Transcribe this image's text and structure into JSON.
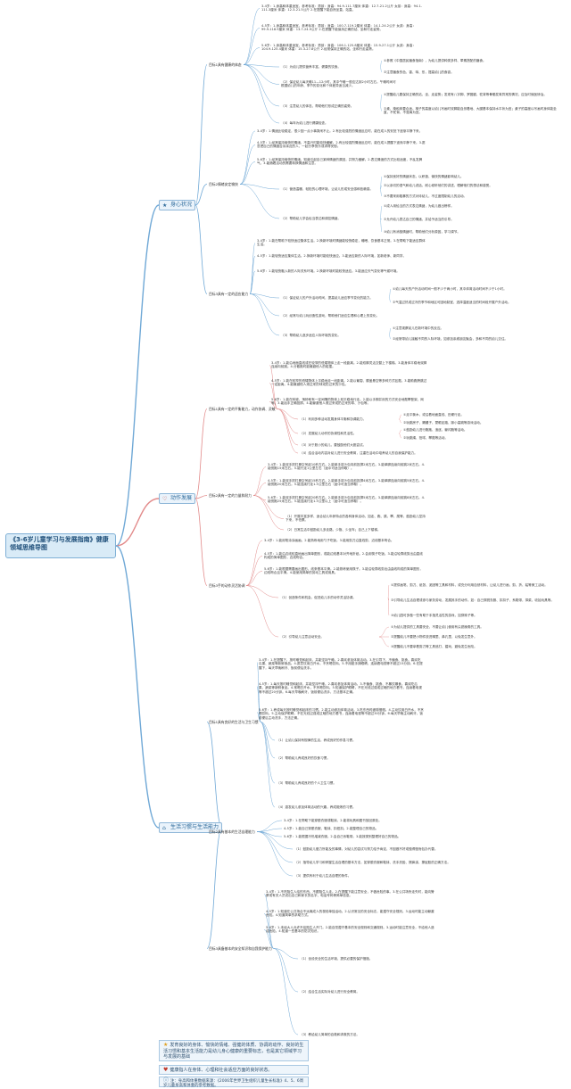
{
  "root": {
    "title": "《3-6岁儿童学习与发展指南》健康领域思维导图"
  },
  "branches": [
    {
      "key": "b1",
      "label": "身心状况",
      "icon": "star-icon",
      "color": "#2d6a9a"
    },
    {
      "key": "b2",
      "label": "动作发展",
      "icon": "heart-icon",
      "color": "#c0392b"
    },
    {
      "key": "b3",
      "label": "生活习惯与生活能力",
      "icon": "house-icon",
      "color": "#2d6a9a"
    }
  ],
  "goals": {
    "g1": "目标1具有健康的体态",
    "g2": "目标2情绪安定愉快",
    "g3": "目标3具有一定的适应能力",
    "g4": "目标1具有一定的平衡能力，动作协调、灵敏",
    "g5": "目标2具有一定的力量和耐力",
    "g6": "目标3手的动作灵活协调",
    "g7": "目标1具有良好的生活与卫生习惯",
    "g8": "目标2具有基本的生活自理能力",
    "g9": "目标3具备基本的安全知识和自我保护能力"
  },
  "details": {
    "d1": "3-4岁：1.身高和体重适宜。参考标准：男孩：身高：94.9-111.7厘米 体重：12.7-21.2公斤 女孩：身高：94.1-111.3厘米 体重：12.3-21.5公斤 2.在提醒下能自然坐直、站直。",
    "d2": "4-5岁：1.身高和体重适宜。参考标准：男孩：身高：100.7-119.2厘米 体重：14.1-24.2公斤 女孩：身高：99.9-118.9厘米 体重：13.7-24.9公斤 2.在提醒下能保持正确的站、坐和行走姿势。",
    "d3": "5-6岁：1.身高和体重适宜。参考标准：男孩：身高：106.1-125.8厘米 体重：15.9-27.1公斤 女孩：身高：104.9-125.4厘米 体重：15.3-27.8公斤 2.经常保持正确的站、坐和行走姿势。",
    "d4": "（1）为幼儿提供营养丰富、健康的饮食。",
    "d5": "①参照《中国居民膳食指南》，为幼儿提供种类多样、荤素搭配的膳食。",
    "d6": "②注意膳食的色、香、味、形，提高幼儿的食欲。",
    "d7": "（2）保证幼儿每天睡11—12小时，其中午睡一般应达到2小时左右。午睡时间可根据幼儿的年龄、季节的变化和个体差异适当减少。",
    "d8": "（3）注意幼儿的体态，帮助他们形成正确的姿势。",
    "d9": "①提醒幼儿要保持正确的站、坐、走姿势；发现有八字脚、罗圈腿、驼背等骨骼发育异常的情况，应及时就医矫治。",
    "d10": "②桌、椅和床要合适。椅子的高度以幼儿写画时双脚能自然着地、大腿基本保持水平状为宜；桌子的高度以写画时身体能坐直，不驼背、不耸肩为宜。",
    "d11": "（4）每年为幼儿进行健康检查。",
    "d12": "3-4岁：1.情绪比较稳定，很少因一点小事哭闹不止。2.有比较强烈的情绪反应时，能在成人的安抚下逐渐平静下来。",
    "d13": "4-5岁：1.经常保持愉快的情绪，不高兴时能较快缓解。2.有比较强烈情绪反应时，能在成人提醒下逐渐平静下来。3.愿意把自己的情绪告诉亲近的人，一起分享快乐或求得安慰。",
    "d14": "5-6岁：1.经常保持愉快的情绪，知道引起自己某种情绪的原因，并努力缓解。2.表达情绪的方式比较适度，不乱发脾气。3.能随着活动的需要转换情绪和注意。",
    "d15": "（1）营造温暖、轻松的心理环境，让幼儿形成安全感和信赖感。",
    "d16": "①保持良好的情绪状态，以积极、愉快的情绪影响幼儿。",
    "d17": "②以亲切的语气和幼儿说话，耐心倾听他们的讲述，理解他们的想法和感受。",
    "d18": "③不要采用粗暴的方式对待幼儿，不过度限制幼儿的活动。",
    "d19": "（2）帮助幼儿学会恰当表达和调控情绪。",
    "d20": "①成人用恰当的方式表达情绪，为幼儿做出榜样。",
    "d21": "②允许幼儿表达自己的情绪，并给予适当的引导。",
    "d22": "③幼儿有消极情绪时，帮助他们分析原因，学习调节。",
    "d23": "3-4岁：1.能在帮助下较快适应集体生活。2.换新环境时情绪能较快稳定，睡眠、饮食基本正常。3.在帮助下能适应群体生活。",
    "d24": "4-5岁：1.能较快适应集体生活。2.换新环境时能较快适应。3.能适应新的人际环境，如新老师、新同学。",
    "d25": "5-6岁：1.能较快融入新的人际关系环境。2.换新环境时能较快适应。3.能适应天气变化等气候环境。",
    "d26": "（1）保证幼儿的户外活动时间，提高幼儿适应季节变化的能力。",
    "d27": "①幼儿每天的户外活动时间一般不少于两小时，其中体育活动时间不少于1小时。",
    "d28": "②气温过热或过冷的季节和地区可因地制宜，选择温度适当的时间段开展户外活动。",
    "d29": "（2）经常与幼儿玩创造性游戏，帮助他们适应生理和心理上的变化。",
    "d30": "（3）帮助幼儿逐步适应人际环境的变化。",
    "d31": "①注意观察幼儿在新环境中的反应。",
    "d32": "②经常带幼儿接触不同的人际环境，如参加亲戚朋友聚会，多和不同的幼儿交往。",
    "d33": "3-4岁：1.能沿地面直线或在较窄的低矮物体上走一段距离。2.能双脚灵活交替上下楼梯。3.能身体平稳地双脚连续向前跳。4.分散跑时能躲避他人的碰撞。",
    "d34": "4-5岁：1.能在较窄的低矮物体上平稳地走一段距离。2.能以匍匐、膝盖悬空等多种方式钻爬。3.能助跑跨跳过一定距离。4.能躲避他人滚过来的球或扔过来的沙包。",
    "d35": "5-6岁：1.能在斜坡、荡桥和有一定间隔的物体上较平稳地行走。2.能以手脚并用的方式安全地爬攀登架、网等。3.能抬手正确投掷。4.能躲避他人滚过来或扔过来的球、沙包等。",
    "d36": "（1）利用多种活动发展身体平衡和协调能力。",
    "d37": "①走平衡木，或沿着地面直线、田埂行走。",
    "d38": "②玩跳房子、踢毽子、蒙眼走路、踩小高跷等游戏活动。",
    "d39": "（2）发展幼儿动作的协调性和灵活性。",
    "d40": "①鼓励幼儿进行跑跑、追逐、躲闪跑等活动。",
    "d41": "②玩跳绳、拍球、攀爬等活动。",
    "d42": "（3）对于胆小的幼儿，要鼓励他们大胆尝试。",
    "d43": "（4）结合活动内容对幼儿进行安全教育，注重在活动中培养幼儿的自我保护能力。",
    "d44": "3-4岁：1.能双手抓杠悬空吊起10秒左右。2.能单手将沙包向前投掷2米左右。3.能单脚连续向前跳2米左右。4.能快跑15米左右。5.能行走1公里左右（途中可适当停歇）。",
    "d45": "4-5岁：1.能双手抓杠悬空吊起15秒左右。2.能单手将沙包向前投掷4米左右。3.能单脚连续向前跳5米左右。4.能快跑20米左右。5.能连续行走1.5公里左右（途中可适当停歇）。",
    "d46": "5-6岁：1.能双手抓杠悬空吊起20秒左右。2.能单手将沙包向前投掷5米左右。3.能单脚连续向前跳8米左右。4.能快跑25米左右。5.能连续行走1.5公里以上（途中可适当停歇）。",
    "d47": "（1）开展丰富多样、适合幼儿年龄特点的各种身体活动，如走、跑、跳、攀、爬等，鼓励幼儿坚持下来，不怕累。",
    "d48": "（2）日常生活中鼓励幼儿多走路，少抱、少坐车；自己上下楼梯。",
    "d49": "3-4岁：1.能用笔涂涂画画。2.能熟练地用勺子吃饭。3.能用剪刀沿直线剪，边线基本吻合。",
    "d50": "4-5岁：1.能沿边线较直地画出简单图形，或能边线基本对齐地折纸。2.会用筷子吃饭。3.能沿轮廓线剪出由直线构成的简单图形，边线吻合。",
    "d51": "5-6岁：1.能根据需要画出图形，线条基本平滑。2.能熟练使用筷子。3.能沿轮廓线剪出由曲线构成的简单图形，边线吻合且平滑。4.能使用简单的劳动工具或用具。",
    "d52": "（1）创造条件和机会，促进幼儿手的动作灵活协调。",
    "d53": "①提供画笔、剪刀、纸张、泥团等工具和材料，或充分利用自然材料，让幼儿进行画、剪、折、粘等美工活动。",
    "d54": "②引导幼儿生活自理或参与家务劳动，发展其手的动作。如：自己穿脱衣服、扣扣子、系鞋带，择菜、收拾玩具等。",
    "d55": "③幼儿园可多做一些有助于手指灵活性的游戏，如穿珠子等。",
    "d56": "（2）引导幼儿注意活动安全。",
    "d57": "①为幼儿提供的工具要安全，不要让幼儿使用有尖锐棱角的工具。",
    "d58": "②提醒幼儿不要把小物件放进嘴里、鼻孔里，以免发生意外。",
    "d59": "③提醒幼儿不要拿着剪刀等工具追打、嬉戏，避免发生危险。",
    "d60": "3-4岁：1.在提醒下，按时睡觉和起床，并能坚持午睡。2.喜欢参加体育活动。3.在引导下，不偏食、挑食。喜欢吃瓜果、蔬菜等新鲜食品。4.愿意饮用白开水，不贪喝饮料。5.不用脏手揉眼睛，连续看电视等不超过15分钟。6.在提醒下，每天早晚刷牙、饭前便后洗手。",
    "d61": "4-5岁：1.每天按时睡觉和起床，并能坚持午睡。2.喜欢参加体育活动。3.不偏食、挑食、不暴饮暴食。喜欢吃瓜果、蔬菜等新鲜食品。4.常喝白开水，不贪喝饮料。5.知道保护眼睛，不在光线过强或过暗的地方看书，连续看电视等不超过20分钟。6.每天早晚刷牙、饭前便后洗手，方法基本正确。",
    "d62": "5-6岁：1.养成每天按时睡觉和起床的习惯。2.能主动参加体育活动。3.吃东西时细嚼慢咽。4.主动饮用白开水，不贪喝饮料。5.主动保护眼睛。不在光线过强或过暗的地方看书，连续看电视等不超过30分钟。6.每天早晚主动刷牙，饭前便后主动洗手，方法正确。",
    "d63": "（1）让幼儿保持有规律的生活，养成良好的作息习惯。",
    "d64": "（2）帮助幼儿养成良好的饮食习惯。",
    "d65": "（3）帮助幼儿养成良好的个人卫生习惯。",
    "d66": "（4）激发幼儿参加体育活动的兴趣，养成锻炼的习惯。",
    "d67": "3-4岁：1.在帮助下能穿脱衣服或鞋袜。2.能将玩具和图书放回原处。",
    "d68": "4-5岁：1.能自己穿脱衣服、鞋袜、扣纽扣。2.能整理自己的物品。",
    "d69": "5-6岁：1.能根据冷热增减衣服。2.会自己系鞋带。3.能按类别整理好自己的物品。",
    "d70": "（1）鼓励幼儿做力所能及的事情，对幼儿的尝试与努力给予肯定，不因做不好或做得慢而包办代替。",
    "d71": "（2）指导幼儿学习和掌握生活自理的基本方法，如穿脱衣服和鞋袜、洗手洗脸、擦鼻涕、擦屁股的正确方法。",
    "d72": "（3）提供有利于幼儿生活自理的条件。",
    "d73": "3-4岁：1.不吃陌生人给的东西，不跟陌生人走。2.在提醒下能注意安全，不做危险的事。3.在公共场所走失时，能向警察或有关人员说出自己和家长的名字、电话号码等简单信息。",
    "d74": "4-5岁：1.知道在公共场合不远离成人的视线单独活动。2.认识常见的安全标志，能遵守安全规则。3.运动时能主动躲避危险。4.知道简单的求助方式。",
    "d75": "5-6岁：1.未经大人允许不给陌生人开门。2.能自觉遵守基本的安全规则和交通规则。3.运动时能注意安全，不给他人造成危险。4.知道一些基本的防灾知识。",
    "d76": "（1）创设安全的生活环境，提供必要的保护措施。",
    "d77": "（2）结合生活实际对幼儿进行安全教育。",
    "d78": "（3）教给幼儿简单的自救和求救的方法。"
  },
  "notes": {
    "n1": "发育良好的身体、愉快的情绪、强健的体质、协调的动作、良好的生活习惯和基本生活能力是幼儿身心健康的重要标志，也是其它领域学习与发展的基础",
    "n2": "健康指人在身体、心理和社会适应方面的良好状态。",
    "n3": "注：身高和体重数据来源：《2006年世界卫生组织儿童生长标准》4、5、6周岁儿童身高和体重的参考数据。"
  },
  "icons": {
    "n1": "star-icon",
    "n2": "heart-icon",
    "n3": "info-icon"
  },
  "colors": {
    "branch_line": "#6fa8d6",
    "heart_line": "#e28a8a",
    "accent": "#2d6a9a"
  }
}
